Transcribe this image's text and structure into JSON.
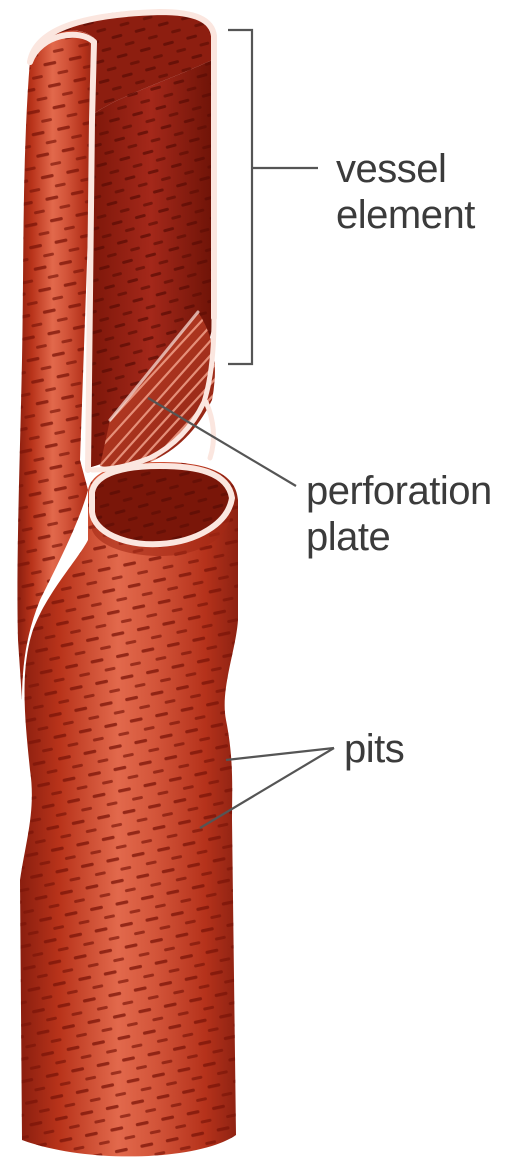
{
  "labels": {
    "vessel_element": [
      "vessel",
      "element"
    ],
    "perforation_plate": [
      "perforation",
      "plate"
    ],
    "pits": [
      "pits"
    ]
  },
  "colors": {
    "tube_base": "#c23a1e",
    "tube_light": "#e0664a",
    "tube_shadow": "#7e1a0c",
    "interior": "#8e1d10",
    "pit_marks": "#7a1408",
    "rim": "#fbe6df",
    "leader_lines": "#555555"
  }
}
